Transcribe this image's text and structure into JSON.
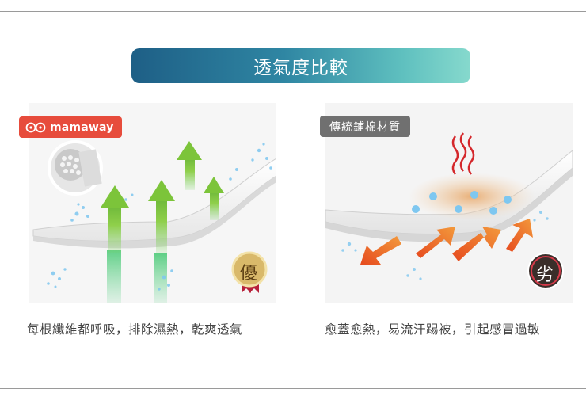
{
  "header": {
    "title": "透氣度比較"
  },
  "left_panel": {
    "brand_label": "mamaway",
    "badge": "優",
    "caption": "每根纖維都呼吸，排除濕熱，乾爽透氣"
  },
  "right_panel": {
    "tag_label": "傳統鋪棉材質",
    "badge": "劣",
    "caption": "愈蓋愈熱，易流汗踢被，引起感冒過敏"
  },
  "colors": {
    "title_start": "#1e5f86",
    "title_end": "#86d9cd",
    "brand_red": "#e74c3c",
    "arrow_green": "#6fc13b",
    "arrow_orange": "#ef6a2a",
    "tag_gray": "#707070"
  }
}
